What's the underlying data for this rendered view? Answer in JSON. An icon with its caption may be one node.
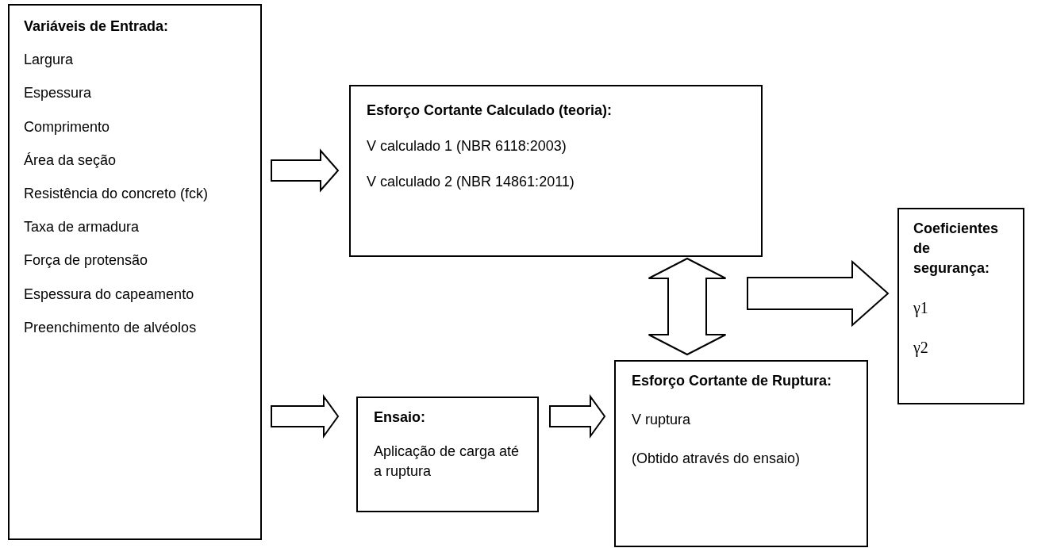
{
  "diagram": {
    "nodes": [
      {
        "text": [
          "Variáveis de Entrada:",
          "Largura",
          "Espessura",
          "Comprimento",
          "Área da seção",
          "Resistência do concreto (fck)",
          "Taxa de armadura",
          "Força de protensão",
          "Espessura do capeamento",
          "Preenchimento de alvéolos"
        ]
      },
      {
        "text": [
          "Esforço Cortante Calculado (teoria):",
          "V calculado 1 (NBR 6118:2003)",
          "V calculado 2 (NBR 14861:2011)"
        ]
      },
      {
        "text": [
          "Coeficientes de segurança:",
          "γ1",
          "γ2"
        ]
      },
      {
        "text": [
          "Ensaio:",
          "Aplicação de carga até a ruptura"
        ]
      },
      {
        "text": [
          "Esforço Cortante de Ruptura:",
          "V ruptura",
          "(Obtido através do ensaio)"
        ]
      }
    ],
    "edges": [
      {
        "from": 0,
        "to": 1,
        "arrow": "to"
      },
      {
        "from": 0,
        "to": 3,
        "arrow": "to"
      },
      {
        "from": 3,
        "to": 4,
        "arrow": "to"
      },
      {
        "from": 1,
        "to": 4,
        "arrow": "both"
      },
      {
        "from": null,
        "to": 2,
        "arrow": "to"
      }
    ]
  }
}
